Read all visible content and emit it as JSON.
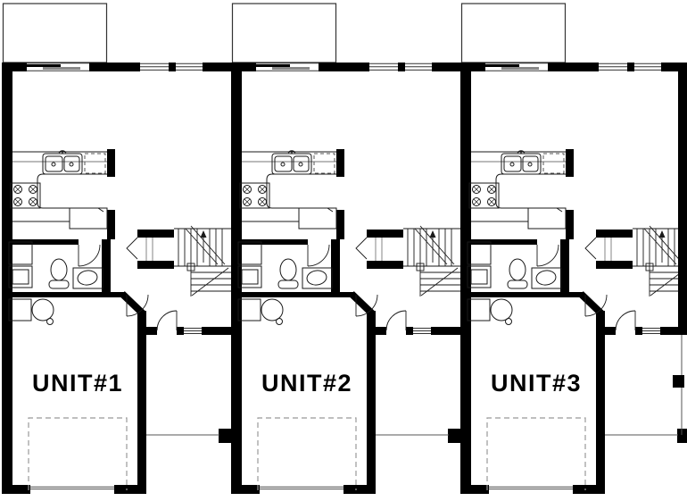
{
  "document": {
    "kind": "triplex-floor-plan",
    "background": "#ffffff"
  },
  "units": [
    {
      "label": "UNIT#1"
    },
    {
      "label": "UNIT#2"
    },
    {
      "label": "UNIT#3"
    }
  ],
  "colors": {
    "wall": "#000000",
    "line": "#1a1a1a",
    "muted_line": "#777777",
    "dashed": "#999999",
    "background": "#ffffff"
  },
  "fixtures": [
    "deck-icon",
    "sliding-glass-door-icon",
    "window-icon",
    "kitchen-sink-icon",
    "dishwasher-icon",
    "range-stove-icon",
    "refrigerator-icon",
    "washer-icon",
    "dryer-icon",
    "toilet-icon",
    "vanity-sink-icon",
    "laundry-tub-icon",
    "water-heater-icon",
    "stairs-icon",
    "closet-bifold-door-icon",
    "interior-door-swing-icon",
    "front-door-swing-icon",
    "garage-door-icon",
    "parking-stall-dashed-icon",
    "porch-post-icon"
  ]
}
